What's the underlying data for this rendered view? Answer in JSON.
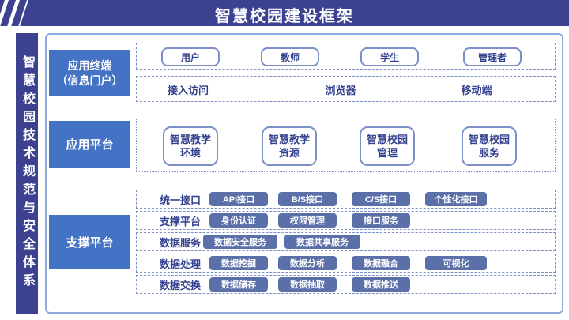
{
  "header": {
    "title": "智慧校园建设框架"
  },
  "sidebar": {
    "title": "智慧校园技术规范与安全体系"
  },
  "terminal": {
    "label_line1": "应用终端",
    "label_line2": "（信息门户）",
    "users": [
      "用户",
      "教师",
      "学生",
      "管理者"
    ],
    "access": [
      "接入访问",
      "浏览器",
      "移动端"
    ]
  },
  "platform": {
    "label": "应用平台",
    "items": [
      {
        "line1": "智慧教学",
        "line2": "环境"
      },
      {
        "line1": "智慧教学",
        "line2": "资源"
      },
      {
        "line1": "智慧校园",
        "line2": "管理"
      },
      {
        "line1": "智慧校园",
        "line2": "服务"
      }
    ]
  },
  "support": {
    "label": "支撑平台",
    "rows": [
      {
        "name": "统一接口",
        "chips": [
          "API接口",
          "B/S接口",
          "C/S接口",
          "个性化接口"
        ]
      },
      {
        "name": "支撑平台",
        "chips": [
          "身份认证",
          "权限管理",
          "接口服务"
        ]
      },
      {
        "name": "数据服务",
        "chips": [
          "数据安全服务",
          "数据共享服务"
        ]
      },
      {
        "name": "数据处理",
        "chips": [
          "数据挖掘",
          "数据分析",
          "数据融合",
          "可视化"
        ]
      },
      {
        "name": "数据交换",
        "chips": [
          "数据储存",
          "数据抽取",
          "数据推送"
        ]
      }
    ]
  },
  "colors": {
    "navy": "#3C4190",
    "label_blue": "#4472C4",
    "chip_blue": "#5B6FA8",
    "dash_border": "#7C8FC9",
    "frame_border": "#8EA9DB",
    "dark_text": "#33418F"
  }
}
